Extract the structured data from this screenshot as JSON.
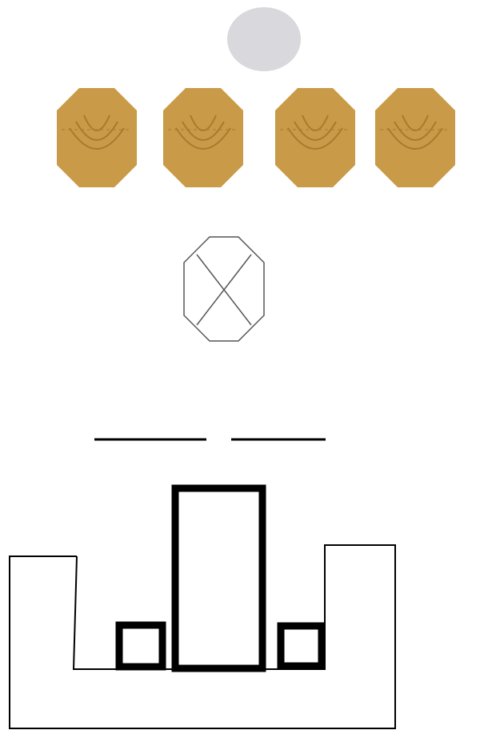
{
  "colors": {
    "background": "#ffffff",
    "gray_circle": "#d9d8dc",
    "target_fill": "#c99a47",
    "target_line": "#a87a30",
    "outline": "#000000",
    "crossed_octagon": "#555555"
  },
  "elements": {
    "top_circle": "gray-circle-icon",
    "targets": [
      "octagon-target-icon",
      "octagon-target-icon",
      "octagon-target-icon",
      "octagon-target-icon"
    ],
    "crossed_marker": "crossed-octagon-icon",
    "lines": [
      "line-left",
      "line-right"
    ],
    "structure": "rectangles-outline"
  }
}
